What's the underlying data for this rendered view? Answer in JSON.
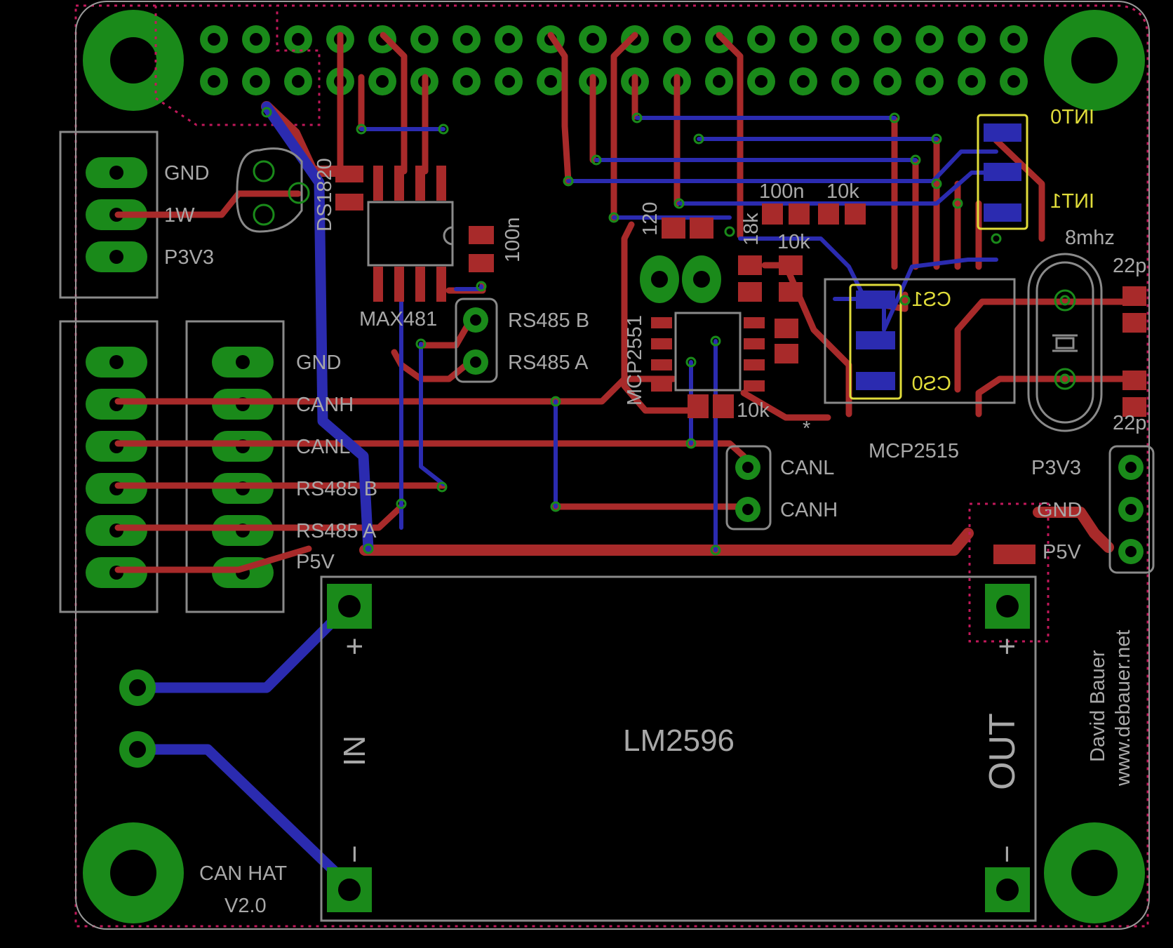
{
  "board": {
    "title": "CAN HAT",
    "version": "V2.0",
    "author": "David Bauer",
    "website": "www.debauer.net"
  },
  "left_header": [
    "GND",
    "1W",
    "P3V3"
  ],
  "bus_labels": [
    "GND",
    "CANH",
    "CANL",
    "RS485 B",
    "RS485 A",
    "P5V"
  ],
  "components": {
    "ds1820": "DS1820",
    "max481": "MAX481",
    "cap_max": "100n",
    "mcp2551": "MCP2551",
    "mcp2515": "MCP2515",
    "res_120": "120",
    "res_18k": "18k",
    "res_10k_a": "10k",
    "res_10k_b": "10k",
    "res_10k_c": "10k",
    "cap_100n_b": "100n",
    "crystal": "8mhz",
    "cap_22p_a": "22p",
    "cap_22p_b": "22p",
    "lm2596": "LM2596",
    "lm_in": "IN",
    "lm_out": "OUT",
    "plus_in": "+",
    "minus_in": "−",
    "plus_out": "+",
    "minus_out": "−",
    "star": "*"
  },
  "jumpers": {
    "int0": "INT0",
    "int1": "INT1",
    "cs1": "CS1",
    "cs0": "CS0"
  },
  "connectors": {
    "rs485_b": "RS485 B",
    "rs485_a": "RS485 A",
    "canl": "CANL",
    "canh": "CANH",
    "p3v3": "P3V3",
    "gnd": "GND",
    "p5v": "P5V"
  },
  "colors": {
    "background": "#000000",
    "top_copper": "#a82a2a",
    "bottom_copper": "#2b2bb0",
    "pads": "#1a8a1a",
    "silkscreen": "#a8a8a8",
    "jumper_silk": "#e0dc3a",
    "outline": "#c0185a"
  }
}
